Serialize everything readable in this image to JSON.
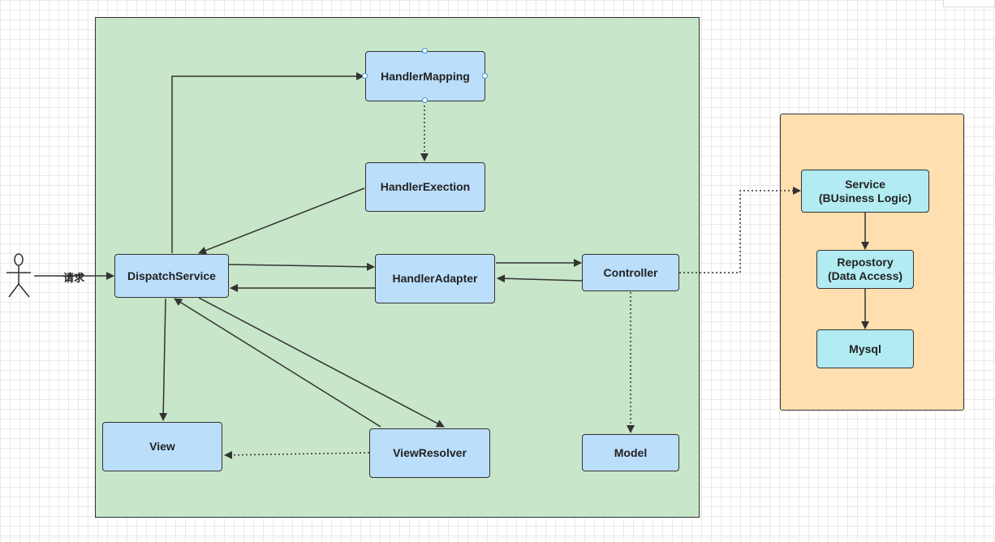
{
  "nodes": {
    "handler_mapping": "HandlerMapping",
    "handler_exection": "HandlerExection",
    "dispatch_service": "DispatchService",
    "handler_adapter": "HandlerAdapter",
    "controller": "Controller",
    "view": "View",
    "view_resolver": "ViewResolver",
    "model": "Model",
    "service": "Service\n(BUsiness Logic)",
    "repository": "Repostory\n(Data Access)",
    "mysql": "Mysql"
  },
  "actor": {
    "label": "请求"
  },
  "colors": {
    "canvas_bg": "#ffffff",
    "green_container": "#c8e6c9",
    "orange_container": "#ffdfb0",
    "blue_node": "#bbdefb",
    "cyan_node": "#b2ebf2",
    "edge": "#333333",
    "selection_handle": "#3d8fd6"
  }
}
